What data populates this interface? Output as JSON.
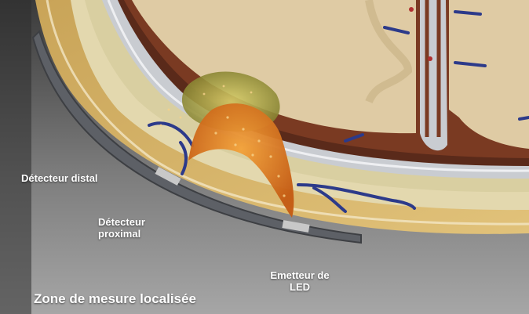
{
  "labels": {
    "distal_detector": "Détecteur distal",
    "proximal_detector_line1": "Détecteur",
    "proximal_detector_line2": "proximal",
    "led_emitter_line1": "Emetteur de",
    "led_emitter_line2": "LED",
    "zone_title": "Zone de mesure localisée"
  },
  "colors": {
    "background_dark": "#4a4a4a",
    "background_light": "#9a9a9a",
    "skin": "#d8b870",
    "bone": "#e6dcb4",
    "dura": "#cfd2d6",
    "brain": "#dfcba4",
    "oxygenated_signal": "#e08a2a",
    "deoxygenated_signal": "#b8b04a",
    "vessel": "#2c3a8a",
    "label_text": "#ffffff"
  }
}
